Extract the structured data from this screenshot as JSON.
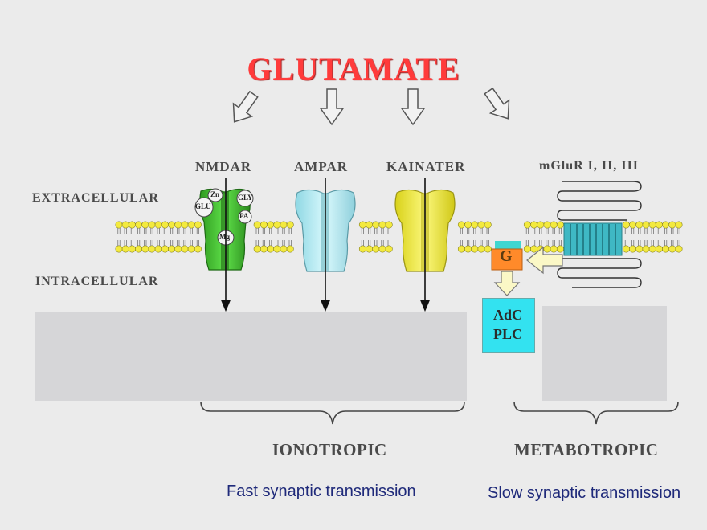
{
  "title": "GLUTAMATE",
  "regions": {
    "extracellular": "EXTRACELLULAR",
    "intracellular": "INTRACELLULAR"
  },
  "receptors": {
    "nmdar": "NMDAR",
    "ampar": "AMPAR",
    "kainater": "KAINATER",
    "mglur": "mGluR I, II, III"
  },
  "nmdar_sites": {
    "zn": "Zn",
    "glu": "GLU",
    "gly": "GLY",
    "pa": "PA",
    "mg": "Mg"
  },
  "g_protein": "G",
  "effectors": {
    "adc": "AdC",
    "plc": "PLC"
  },
  "categories": {
    "ionotropic": "IONOTROPIC",
    "metabotropic": "METABOTROPIC"
  },
  "transmission": {
    "fast": "Fast synaptic transmission",
    "slow": "Slow synaptic transmission"
  },
  "colors": {
    "title": "#ff3b3b",
    "nmdar": "#3fbf2c",
    "ampar": "#b8eef5",
    "kainater": "#f5ee3a",
    "mglur": "#3fb8c4",
    "g_protein": "#ff8a2a",
    "effector_box": "#33e2f0",
    "lipid_head": "#f3ea3e",
    "text_blue": "#1f2a7a"
  }
}
